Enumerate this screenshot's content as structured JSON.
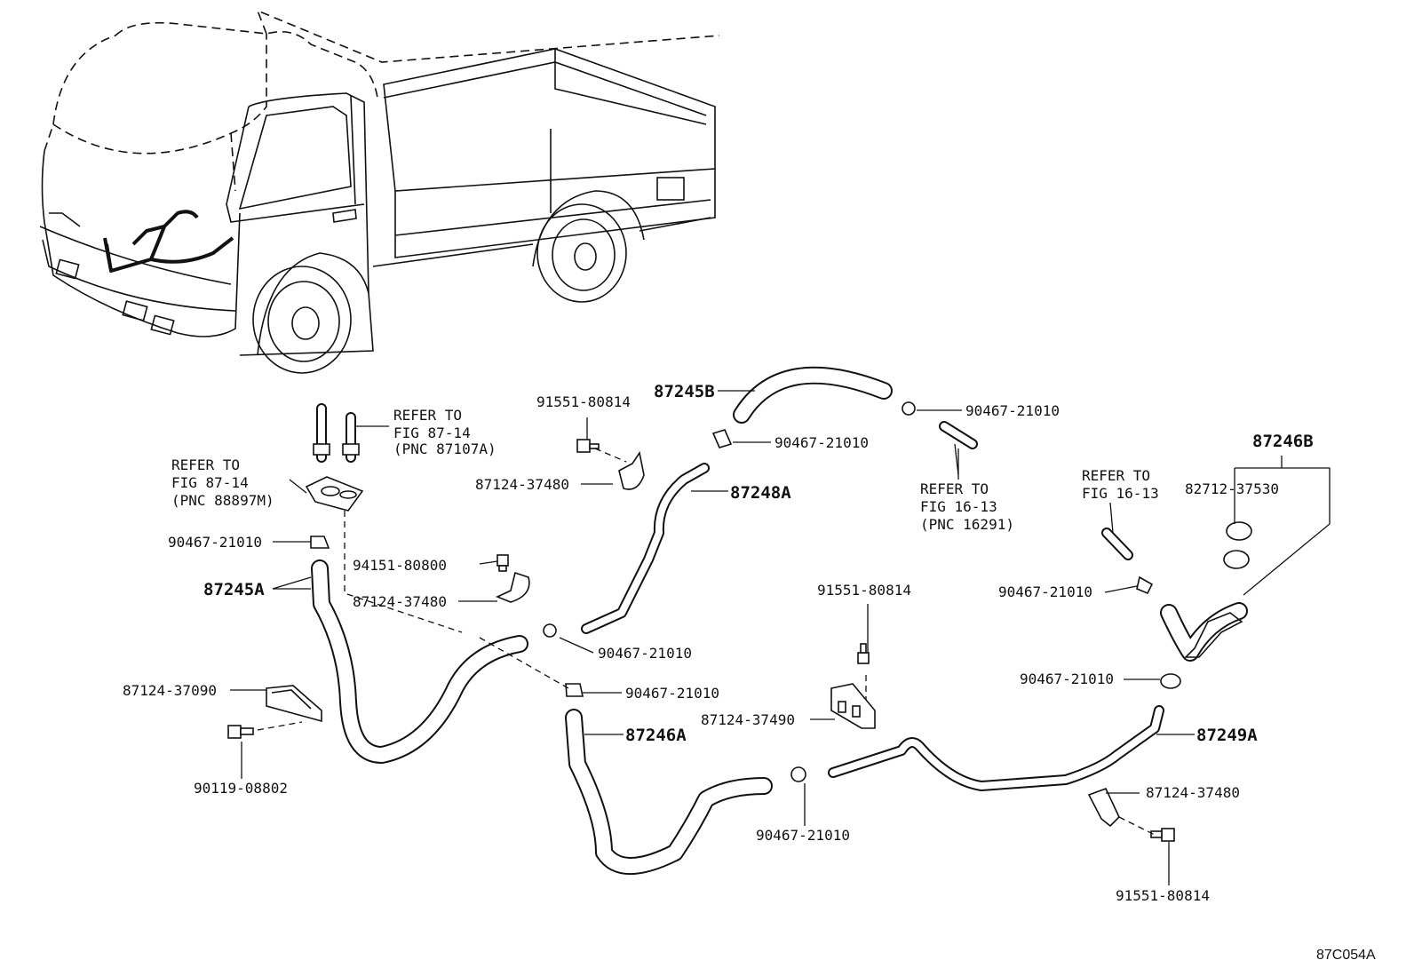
{
  "labels": {
    "p_87245b": "87245B",
    "p_87245a": "87245A",
    "p_87246a": "87246A",
    "p_87246b": "87246B",
    "p_87248a": "87248A",
    "p_87249a": "87249A",
    "p_91551_top": "91551-80814",
    "p_91551_mid": "91551-80814",
    "p_91551_bot": "91551-80814",
    "p_87124_37480_top": "87124-37480",
    "p_87124_37480_mid": "87124-37480",
    "p_87124_37480_right": "87124-37480",
    "p_87124_37090": "87124-37090",
    "p_87124_37490": "87124-37490",
    "p_90119": "90119-08802",
    "p_94151": "94151-80800",
    "p_82712": "82712-37530",
    "p_90467_a": "90467-21010",
    "p_90467_b": "90467-21010",
    "p_90467_c": "90467-21010",
    "p_90467_d": "90467-21010",
    "p_90467_e": "90467-21010",
    "p_90467_f": "90467-21010",
    "p_90467_g": "90467-21010",
    "p_90467_h": "90467-21010"
  },
  "refs": {
    "ref_8714a": {
      "line1": "REFER TO",
      "line2": "FIG 87-14",
      "line3": "(PNC 87107A)"
    },
    "ref_8714b": {
      "line1": "REFER TO",
      "line2": "FIG 87-14",
      "line3": "(PNC 88897M)"
    },
    "ref_1613a": {
      "line1": "REFER TO",
      "line2": "FIG 16-13",
      "line3": "(PNC 16291)"
    },
    "ref_1613b": {
      "line1": "REFER TO",
      "line2": "FIG 16-13"
    }
  },
  "diagram_code": "87C054A"
}
